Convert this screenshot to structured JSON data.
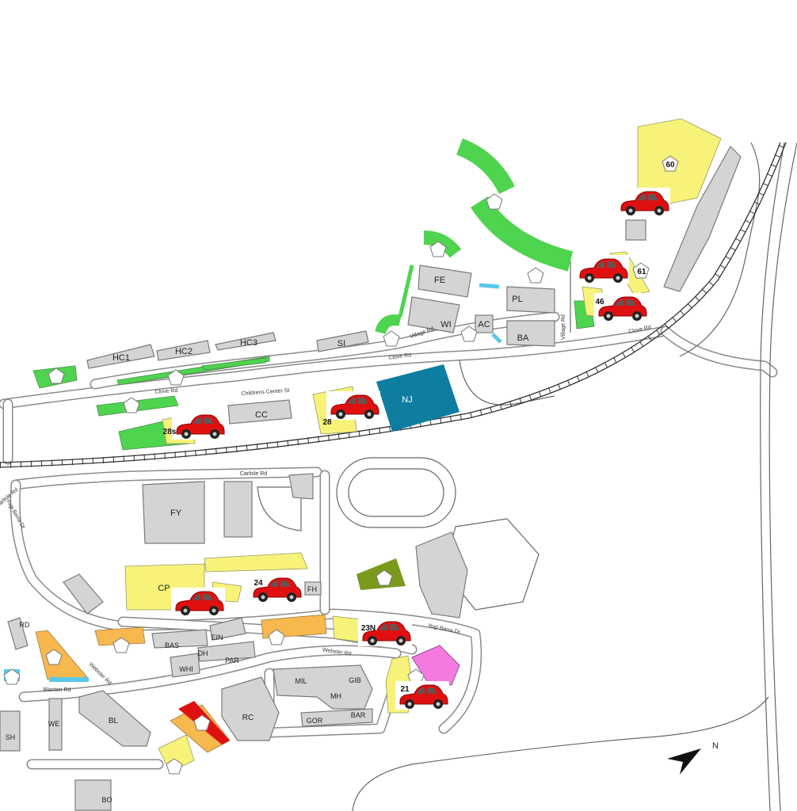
{
  "map": {
    "buildings": {
      "hc1": "HC1",
      "hc2": "HC2",
      "hc3": "HC3",
      "si": "SI",
      "fe": "FE",
      "wi": "WI",
      "ac": "AC",
      "pl": "PL",
      "ba": "BA",
      "nj": "NJ",
      "cc": "CC",
      "fy": "FY",
      "cp": "CP",
      "fh": "FH",
      "rd": "RD",
      "bas": "BAS",
      "ein": "EIN",
      "dh": "DH",
      "par": "PAR",
      "whi": "WHI",
      "mil": "MIL",
      "gib": "GIB",
      "mh": "MH",
      "gor": "GOR",
      "bar": "BAR",
      "rc": "RC",
      "bl": "BL",
      "we": "WE",
      "sh": "SH",
      "bo": "BO"
    },
    "roads": {
      "clove_rd": "Clove Rd",
      "village_rd": "Village Rd",
      "childrens_center_st": "Childrens Center St",
      "carlisle_rd": "Carlisle Rd",
      "yogi_berra_dr": "Yogi Berra Dr",
      "webster_rd": "Webster Rd",
      "blanton_rd": "Blanton Rd"
    },
    "lots": {
      "l60": "60",
      "l61": "61",
      "l46": "46",
      "l28": "28",
      "l28s": "28s",
      "l24": "24",
      "l23n": "23N",
      "l21": "21"
    },
    "north_label": "N",
    "colors": {
      "nj": "#0e7ea0",
      "car": "#e01010",
      "yellow_lot": "#f7f37a",
      "green_lot": "#4fd44f",
      "orange_lot": "#f7b84e",
      "pink_lot": "#f57ae0",
      "olive_lot": "#7a9a1e",
      "red_lot": "#e01010",
      "water": "#5bc8e8"
    },
    "icons": [
      "car-icon",
      "pentagon-marker-icon",
      "north-arrow-icon"
    ]
  }
}
